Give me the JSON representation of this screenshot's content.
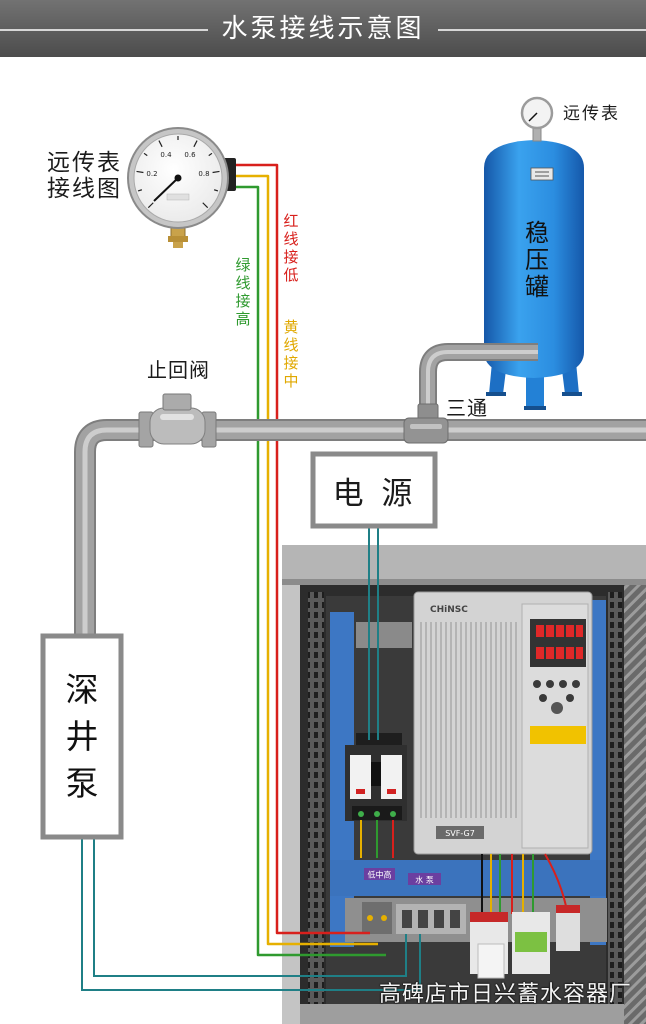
{
  "title": "水泵接线示意图",
  "gauge": {
    "caption": [
      "远传表",
      "接线图"
    ],
    "scale_labels": [
      "0.2",
      "0.4",
      "0.6",
      "0.8"
    ]
  },
  "wires": {
    "red_label": "红线接低",
    "yellow_label": "黄线接中",
    "green_label": "绿线接高"
  },
  "tank": {
    "label": "稳压罐",
    "gauge_label": "远传表"
  },
  "pipeline": {
    "check_valve_label": "止回阀",
    "tee_label": "三通"
  },
  "power_supply": {
    "label": "电 源"
  },
  "pump": {
    "label": "深井泵"
  },
  "cabinet": {
    "inverter_brand": "CHiNSC",
    "inverter_model": "SVF-G7",
    "tag_level": "低中高",
    "tag_pump": "水 泵"
  },
  "watermark": "高碑店市日兴蓄水容器厂",
  "colors": {
    "red_wire": "#d8201c",
    "yellow_wire": "#e6b000",
    "green_wire": "#2f9a2f",
    "signal_wire": "#1f7f86",
    "pipe_gray": "#a2a2a2",
    "pipe_highlight": "#cdcdcd"
  }
}
